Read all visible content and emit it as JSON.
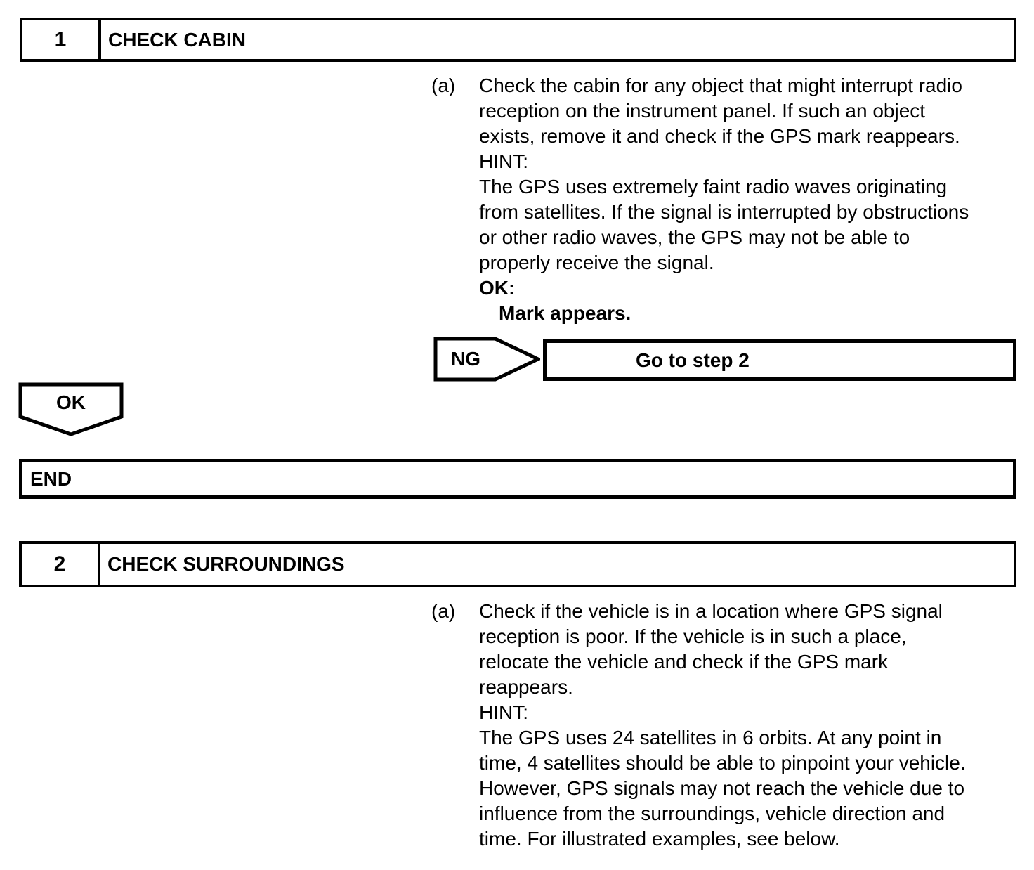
{
  "colors": {
    "ink": "#000000",
    "paper": "#ffffff"
  },
  "flow": {
    "ng_label": "NG",
    "ng_action": "Go to step 2",
    "ok_label": "OK",
    "end_label": "END"
  },
  "steps": [
    {
      "number": "1",
      "title": "CHECK CABIN",
      "body_lines": [
        {
          "marker": "(a)",
          "text": "Check the cabin for any object that might interrupt radio"
        },
        {
          "text": "reception on the instrument panel. If such an object"
        },
        {
          "text": "exists, remove it and check if the GPS mark reappears."
        },
        {
          "text": "HINT:"
        },
        {
          "text": "The GPS uses extremely faint radio waves originating"
        },
        {
          "text": "from satellites. If the signal is interrupted by obstructions"
        },
        {
          "text": "or other radio waves, the GPS may not be able to"
        },
        {
          "text": "properly receive the signal."
        },
        {
          "text": "OK:",
          "bold": true
        },
        {
          "text": "Mark appears.",
          "bold": true,
          "indent": true
        }
      ]
    },
    {
      "number": "2",
      "title": "CHECK SURROUNDINGS",
      "body_lines": [
        {
          "marker": "(a)",
          "text": "Check if the vehicle is in a location where GPS signal"
        },
        {
          "text": "reception is poor. If the vehicle is in such a place,"
        },
        {
          "text": "relocate the vehicle and check if the GPS mark"
        },
        {
          "text": "reappears."
        },
        {
          "text": "HINT:"
        },
        {
          "text": "The GPS uses 24 satellites in 6 orbits. At any point in"
        },
        {
          "text": "time, 4 satellites should be able to pinpoint your vehicle."
        },
        {
          "text": "However, GPS signals may not reach the vehicle due to"
        },
        {
          "text": "influence from the surroundings, vehicle direction and"
        },
        {
          "text": "time. For illustrated examples, see below."
        }
      ]
    }
  ]
}
